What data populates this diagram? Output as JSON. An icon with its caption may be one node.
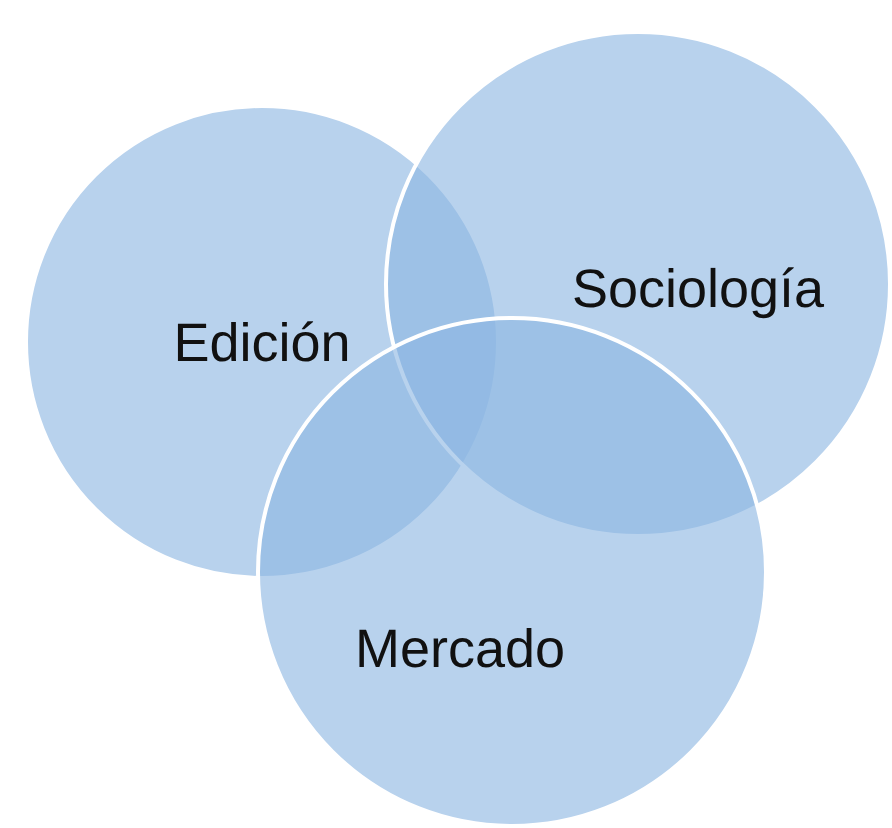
{
  "diagram": {
    "nodes": [
      {
        "text": [
          "Edición"
        ]
      },
      {
        "text": [
          "Sociología"
        ]
      },
      {
        "text": [
          "Mercado"
        ]
      }
    ]
  }
}
